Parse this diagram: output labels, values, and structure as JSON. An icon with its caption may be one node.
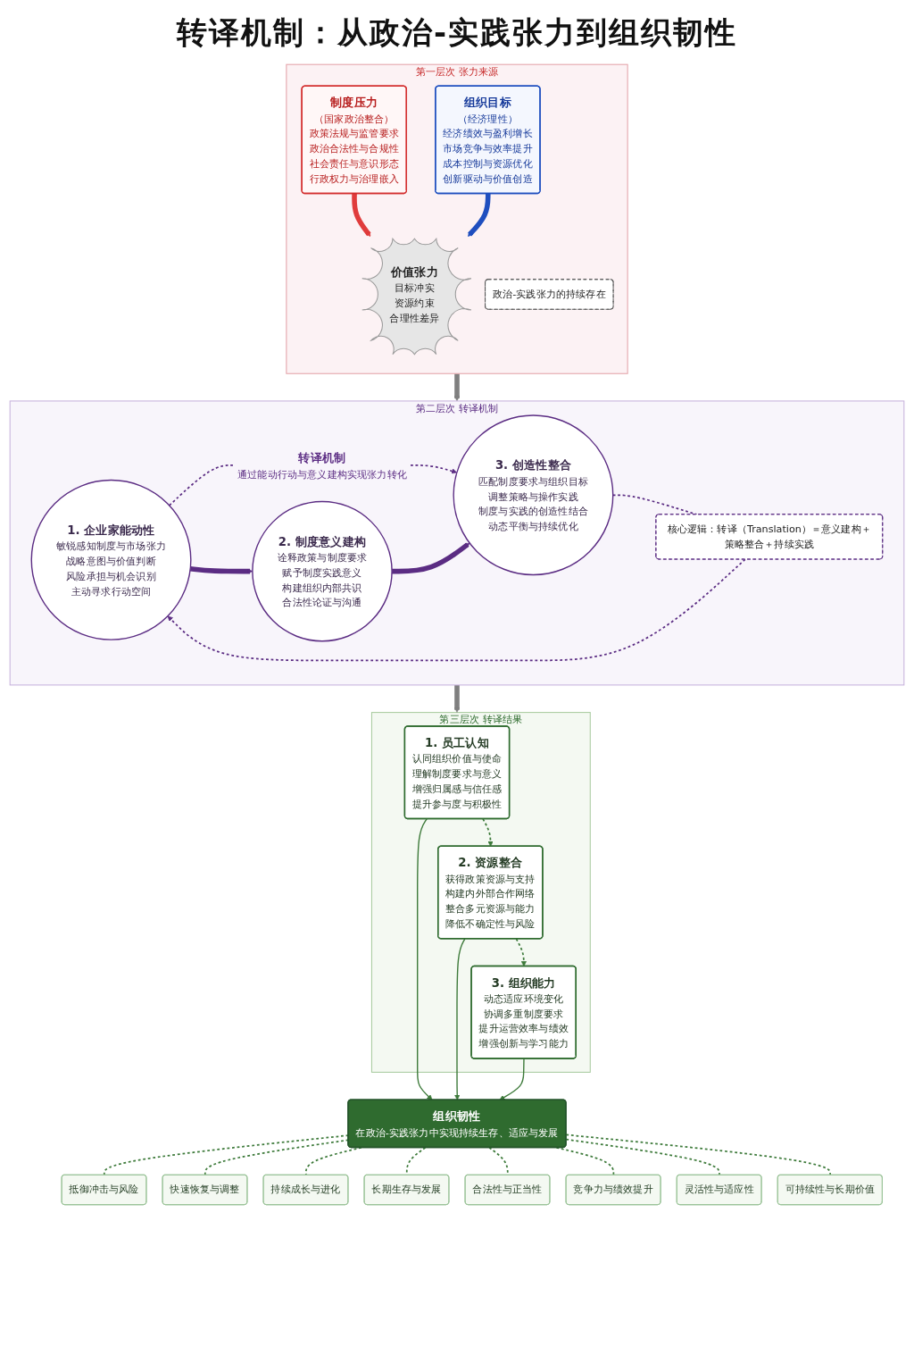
{
  "diagram": {
    "title": "转译机制：从政治-实践张力到组织韧性",
    "nodes": [
      {
        "text": [
          "第一层次 张力来源"
        ]
      },
      {
        "text": [
          "制度压力",
          "（国家政治整合）",
          "政策法规与监管要求",
          "政治合法性与合规性",
          "社会责任与意识形态",
          "行政权力与治理嵌入"
        ],
        "in": 0
      },
      {
        "text": [
          "价值张力",
          "目标冲实",
          "资源约束",
          "合理性差异"
        ],
        "in": 0
      },
      {
        "text": [
          "组织目标",
          "（经济理性）",
          "经济绩效与盈利增长",
          "市场竞争与效率提升",
          "成本控制与资源优化",
          "创新驱动与价值创造"
        ],
        "in": 0
      },
      {
        "text": [
          "政治-实践张力的持续存在"
        ],
        "in": 0
      },
      {
        "text": [
          "第二层次 转译机制"
        ]
      },
      {
        "text": [
          "转译机制",
          "通过能动行动与意义建构实现张力转化"
        ],
        "in": 5
      },
      {
        "text": [
          "1. 企业家能动性",
          "敏锐感知制度与市场张力",
          "战略意图与价值判断",
          "风险承担与机会识别",
          "主动寻求行动空间"
        ],
        "in": 5
      },
      {
        "text": [
          "2. 制度意义建构",
          "诠释政策与制度要求",
          "赋予制度实践意义",
          "构建组织内部共识",
          "合法性论证与沟通"
        ],
        "in": 5
      },
      {
        "text": [
          "3. 创造性整合",
          "匹配制度要求与组织目标",
          "调整策略与操作实践",
          "制度与实践的创造性结合",
          "动态平衡与持续优化"
        ],
        "in": 5
      },
      {
        "text": [
          "核心逻辑：转译（Translation）＝意义建构＋策略整合＋持续实践"
        ],
        "in": 5
      },
      {
        "text": [
          "第三层次 转译结果"
        ]
      },
      {
        "text": [
          "1. 员工认知",
          "认同组织价值与使命",
          "理解制度要求与意义",
          "增强归属感与信任感",
          "提升参与度与积极性"
        ],
        "in": 11
      },
      {
        "text": [
          "2. 资源整合",
          "获得政策资源与支持",
          "构建内外部合作网络",
          "整合多元资源与能力",
          "降低不确定性与风险"
        ],
        "in": 11
      },
      {
        "text": [
          "3. 组织能力",
          "动态适应环境变化",
          "协调多重制度要求",
          "提升运营效率与绩效",
          "增强创新与学习能力"
        ],
        "in": 11
      },
      {
        "text": [
          "组织韧性",
          "在政治-实践张力中实现持续生存、适应与发展"
        ]
      },
      {
        "text": [
          "抵御冲击与风险"
        ]
      },
      {
        "text": [
          "快速恢复与调整"
        ]
      },
      {
        "text": [
          "持续成长与进化"
        ]
      },
      {
        "text": [
          "长期生存与发展"
        ]
      },
      {
        "text": [
          "合法性与正当性"
        ]
      },
      {
        "text": [
          "竞争力与绩效提升"
        ]
      },
      {
        "text": [
          "灵活性与适应性"
        ]
      },
      {
        "text": [
          "可持续性与长期价值"
        ]
      }
    ],
    "edges": [
      {
        "from": 1,
        "to": 2,
        "arrow": "to",
        "style": "thick",
        "color": "#e03c3c"
      },
      {
        "from": 3,
        "to": 2,
        "arrow": "to",
        "style": "thick",
        "color": "#1f4fbf"
      },
      {
        "from": 0,
        "to": 5,
        "arrow": "to",
        "style": "thick",
        "color": "#7f7f7f"
      },
      {
        "from": 7,
        "to": 6,
        "arrow": "none",
        "style": "dashed",
        "color": "#5b2c83"
      },
      {
        "from": 6,
        "to": 9,
        "arrow": "to",
        "style": "dashed",
        "color": "#5b2c83"
      },
      {
        "from": 7,
        "to": 8,
        "arrow": "to",
        "style": "thick",
        "color": "#5b2c83"
      },
      {
        "from": 8,
        "to": 9,
        "arrow": "to",
        "style": "thick",
        "color": "#5b2c83"
      },
      {
        "from": 9,
        "to": 10,
        "arrow": "none",
        "style": "dashed",
        "color": "#5b2c83"
      },
      {
        "from": 10,
        "to": 7,
        "arrow": "to",
        "style": "dashed",
        "color": "#5b2c83"
      },
      {
        "from": 5,
        "to": 11,
        "arrow": "to",
        "style": "thick",
        "color": "#7f7f7f"
      },
      {
        "from": 12,
        "to": 13,
        "arrow": "to",
        "style": "dashed"
      },
      {
        "from": 13,
        "to": 14,
        "arrow": "to",
        "style": "dashed"
      },
      {
        "from": 12,
        "to": 15,
        "arrow": "to"
      },
      {
        "from": 13,
        "to": 15,
        "arrow": "to"
      },
      {
        "from": 14,
        "to": 15,
        "arrow": "to"
      },
      {
        "from": 15,
        "to": 16,
        "arrow": "none",
        "style": "dashed"
      },
      {
        "from": 15,
        "to": 17,
        "arrow": "none",
        "style": "dashed"
      },
      {
        "from": 15,
        "to": 18,
        "arrow": "none",
        "style": "dashed"
      },
      {
        "from": 15,
        "to": 19,
        "arrow": "none",
        "style": "dashed"
      },
      {
        "from": 15,
        "to": 20,
        "arrow": "none",
        "style": "dashed"
      },
      {
        "from": 15,
        "to": 21,
        "arrow": "none",
        "style": "dashed"
      },
      {
        "from": 15,
        "to": 22,
        "arrow": "none",
        "style": "dashed"
      },
      {
        "from": 15,
        "to": 23,
        "arrow": "none",
        "style": "dashed"
      }
    ]
  }
}
